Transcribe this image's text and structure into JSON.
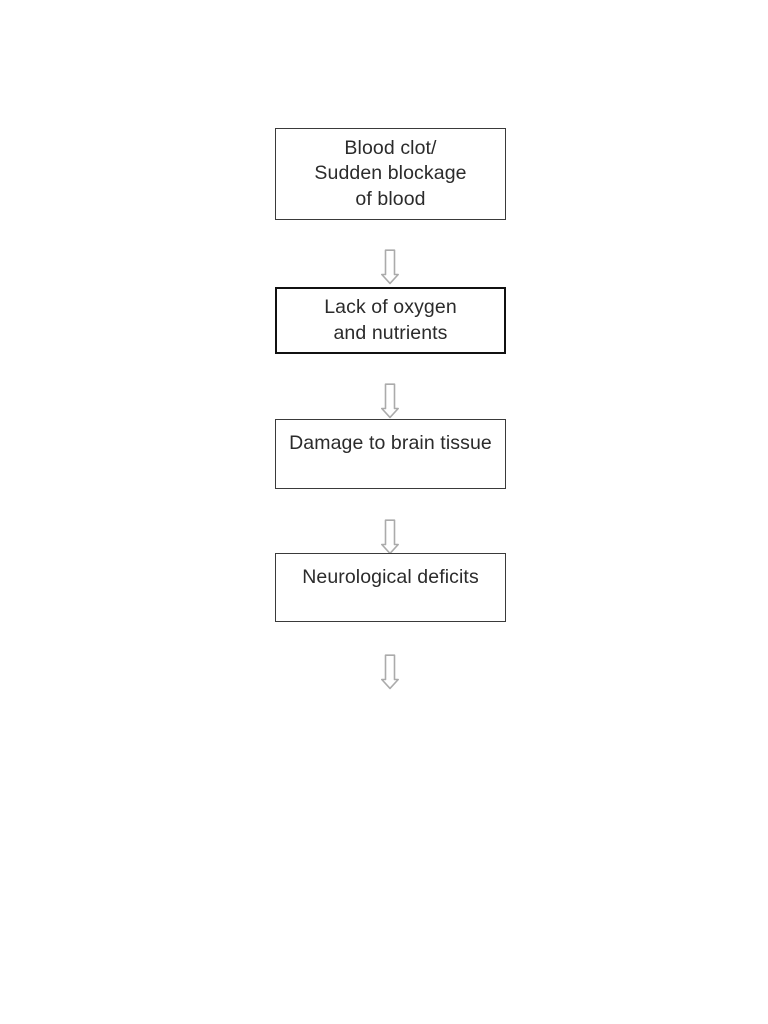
{
  "diagram": {
    "type": "flowchart",
    "orientation": "vertical",
    "background_color": "#ffffff",
    "text_color": "#2b2b2b",
    "border_color": "#3a3a3a",
    "emphasis_border_color": "#111111",
    "arrow_color": "#aaaaaa",
    "nodes": [
      {
        "id": "node-1",
        "label": "Blood clot/\nSudden blockage\nof blood",
        "lines": [
          "Blood clot/",
          "Sudden blockage",
          "of blood"
        ],
        "emphasis": false,
        "text_align": "center",
        "text_vertical": "middle"
      },
      {
        "id": "node-2",
        "label": "Lack of oxygen\nand nutrients",
        "lines": [
          "Lack of oxygen",
          "and nutrients"
        ],
        "emphasis": true,
        "text_align": "center",
        "text_vertical": "middle"
      },
      {
        "id": "node-3",
        "label": "Damage to brain tissue",
        "lines": [
          "Damage to brain tissue"
        ],
        "emphasis": false,
        "text_align": "center",
        "text_vertical": "top"
      },
      {
        "id": "node-4",
        "label": "Neurological deficits",
        "lines": [
          "Neurological deficits"
        ],
        "emphasis": false,
        "text_align": "center",
        "text_vertical": "top"
      }
    ],
    "connectors": [
      {
        "id": "arrow-1",
        "icon": "arrow-down-icon",
        "from": "node-1",
        "to": "node-2"
      },
      {
        "id": "arrow-2",
        "icon": "arrow-down-icon",
        "from": "node-2",
        "to": "node-3"
      },
      {
        "id": "arrow-3",
        "icon": "arrow-down-icon",
        "from": "node-3",
        "to": "node-4"
      },
      {
        "id": "arrow-4",
        "icon": "arrow-down-icon",
        "from": "node-4",
        "to": null
      }
    ]
  }
}
